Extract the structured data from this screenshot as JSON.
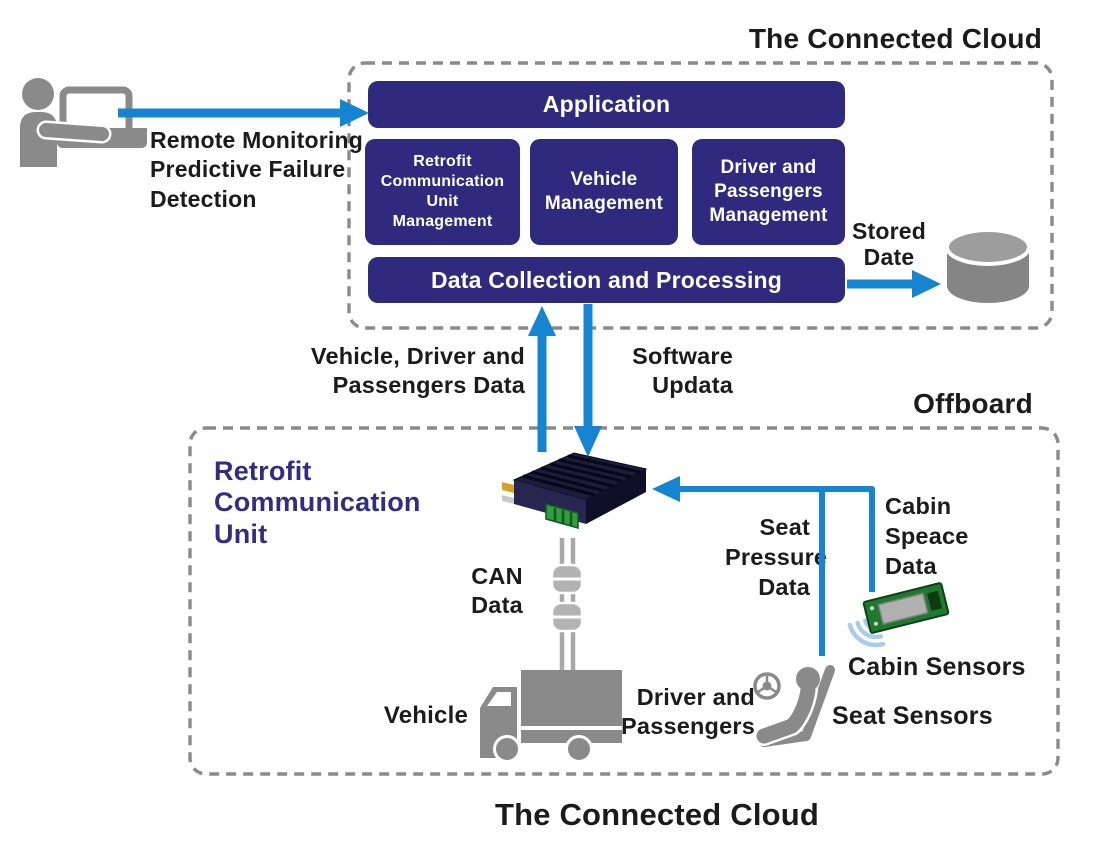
{
  "colors": {
    "navy": "#2F2A7D",
    "arrow": "#1584D1",
    "gray": "#8A8A8A",
    "dash": "#8A8A8A",
    "indigo": "#332C85",
    "ink": "#1B1B1B",
    "pcb-green": "#1E7A2E",
    "wifi-blue": "#A9CDE9",
    "connector-green": "#2E9E41",
    "connector-yellow": "#D6A425"
  },
  "cloud": {
    "title": "The Connected Cloud",
    "application": "Application",
    "rcu_management": "Retrofit\nCommunication\nUnit\nManagement",
    "vehicle_management": "Vehicle\nManagement",
    "driver_management": "Driver and\nPassengers\nManagement",
    "data_collection": "Data Collection and Processing",
    "stored_date": "Stored\nDate"
  },
  "left_side": {
    "remote_text": "Remote Monitoring\nPredictive Failure\nDetection"
  },
  "flows": {
    "vehicle_driver_data": "Vehicle, Driver and\nPassengers Data",
    "software_update": "Software\nUpdata",
    "can_data": "CAN\nData",
    "seat_pressure": "Seat\nPressure\nData",
    "cabin_space": "Cabin\nSpeace\nData"
  },
  "offboard": {
    "title": "Offboard",
    "rcu_label": "Retrofit\nCommunication\nUnit",
    "vehicle": "Vehicle",
    "driver_passengers": "Driver and\nPassengers",
    "seat_sensors": "Seat Sensors",
    "cabin_sensors": "Cabin Sensors"
  },
  "footer": {
    "title": "The Connected Cloud"
  },
  "icons": [
    "operator-at-laptop-icon",
    "database-cylinder-icon",
    "rcu-device-icon",
    "can-cable-icon",
    "truck-icon",
    "driver-in-seat-icon",
    "steering-wheel-icon",
    "pcb-sensor-icon",
    "wifi-waves-icon"
  ]
}
